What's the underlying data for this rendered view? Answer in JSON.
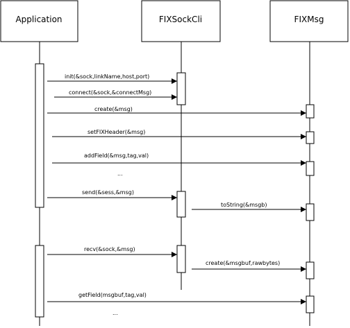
{
  "participants": [
    {
      "id": "app",
      "label": "Application"
    },
    {
      "id": "sock",
      "label": "FIXSockCli"
    },
    {
      "id": "msg",
      "label": "FIXMsg"
    }
  ],
  "messages": [
    {
      "id": "m1",
      "label": "init(&sock,linkName,host,port)",
      "from": "app",
      "to": "sock"
    },
    {
      "id": "m2",
      "label": "connect(&sock,&connectMsg)",
      "from": "app",
      "to": "sock"
    },
    {
      "id": "m3",
      "label": "create(&msg)",
      "from": "app",
      "to": "msg"
    },
    {
      "id": "m4",
      "label": "setFIXHeader(&msg)",
      "from": "app",
      "to": "msg"
    },
    {
      "id": "m5",
      "label": "addField(&msg,tag,val)",
      "from": "app",
      "to": "msg"
    },
    {
      "id": "m6",
      "label": "...",
      "from": "",
      "to": ""
    },
    {
      "id": "m7",
      "label": "send(&sess,&msg)",
      "from": "app",
      "to": "sock"
    },
    {
      "id": "m8",
      "label": "toString(&msgb)",
      "from": "sock",
      "to": "msg"
    },
    {
      "id": "m9",
      "label": "recv(&sock,&msg)",
      "from": "app",
      "to": "sock"
    },
    {
      "id": "m10",
      "label": "create(&msgbuf,rawbytes)",
      "from": "sock",
      "to": "msg"
    },
    {
      "id": "m11",
      "label": "getField(msgbuf,tag,val)",
      "from": "app",
      "to": "msg"
    },
    {
      "id": "m12",
      "label": "...",
      "from": "",
      "to": ""
    }
  ]
}
